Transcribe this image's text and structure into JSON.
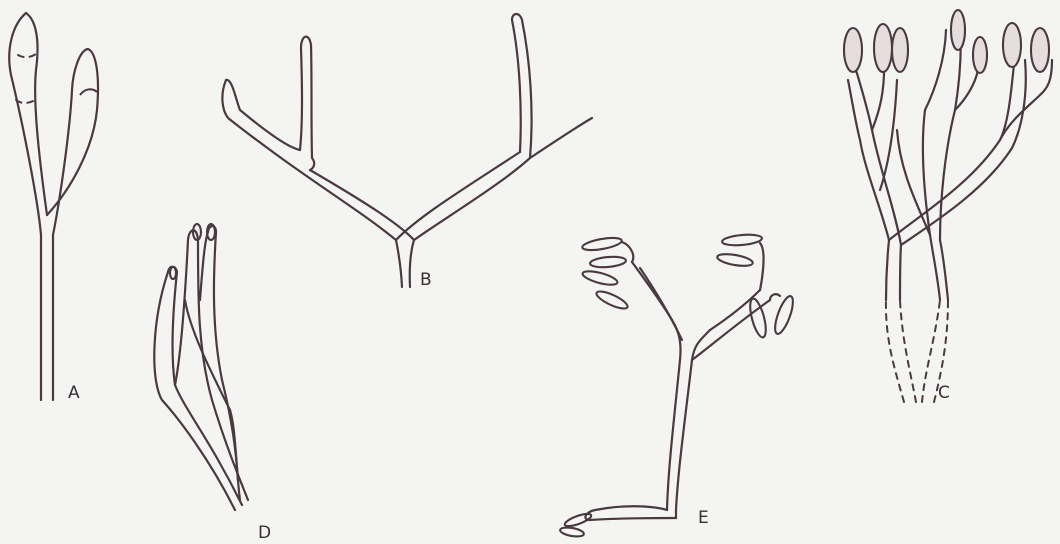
{
  "figure": {
    "labels": {
      "a": "A",
      "b": "B",
      "c": "C",
      "d": "D",
      "e": "E"
    }
  },
  "colors": {
    "ink": "#4a3a3f",
    "paper": "#f4f4f3",
    "tip_fill": "#e6dede"
  }
}
